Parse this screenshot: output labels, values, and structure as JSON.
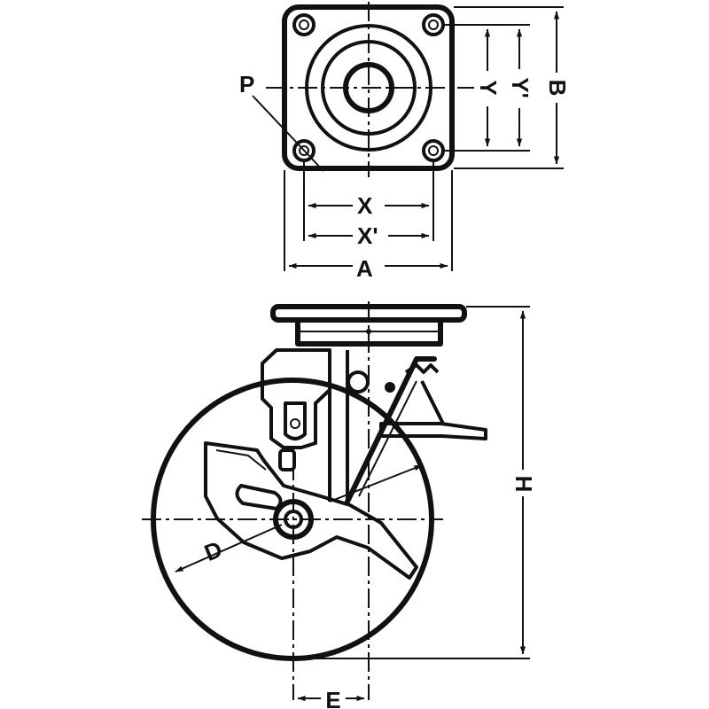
{
  "labels": {
    "p": "P",
    "x": "X",
    "x_prime": "X'",
    "a": "A",
    "y": "Y",
    "y_prime": "Y'",
    "b": "B",
    "h": "H",
    "d": "D",
    "e": "E"
  },
  "colors": {
    "line": "#111111",
    "background": "#ffffff"
  }
}
